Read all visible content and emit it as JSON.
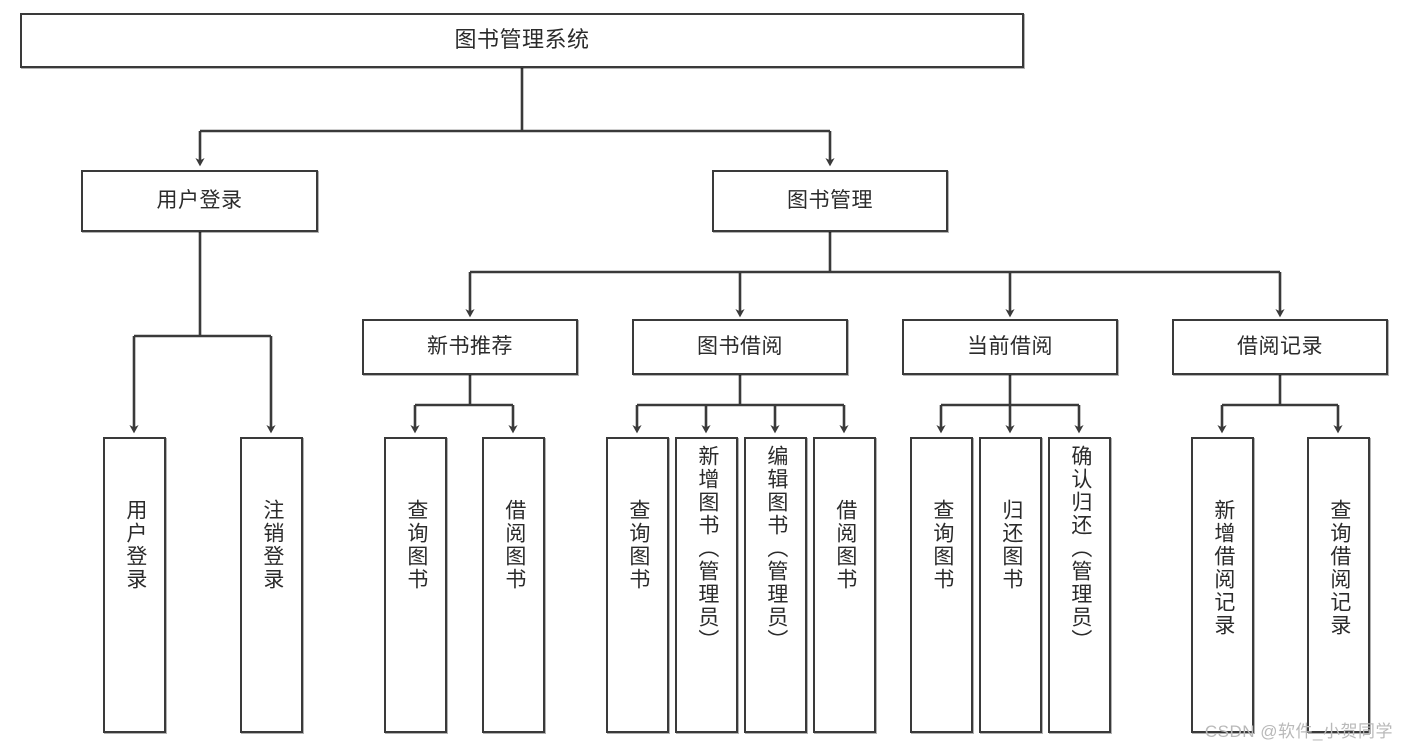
{
  "diagram": {
    "title": "图书管理系统",
    "watermark": "CSDN @软件_小贺同学",
    "line_color": "#3a3a3a",
    "box_fill": "#ffffff",
    "text_color": "#2b2b2b",
    "nodes": {
      "root": "图书管理系统",
      "user_login": "用户登录",
      "book_manage": "图书管理",
      "new_book_rec": "新书推荐",
      "book_borrow": "图书借阅",
      "current_borrow": "当前借阅",
      "borrow_record": "借阅记录",
      "user_login_do": "用户登录",
      "user_logout": "注销登录",
      "rec_query_book": "查询图书",
      "rec_borrow_book": "借阅图书",
      "bb_query_book": "查询图书",
      "bb_add_book": "新增图书（管理员）",
      "bb_edit_book": "编辑图书（管理员）",
      "bb_borrow_book": "借阅图书",
      "cb_query_book": "查询图书",
      "cb_return_book": "归还图书",
      "cb_confirm_return": "确认归还（管理员）",
      "br_add_record": "新增借阅记录",
      "br_query_record": "查询借阅记录"
    }
  }
}
